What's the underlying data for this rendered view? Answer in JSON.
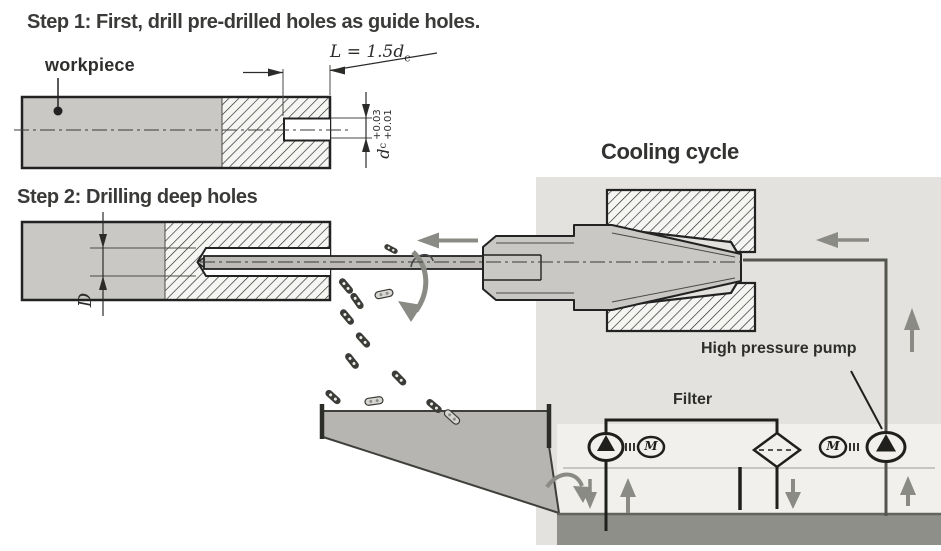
{
  "figure": {
    "step1": {
      "title": "Step 1: First, drill pre-drilled holes as guide holes.",
      "workpiece_label": "workpiece",
      "length_dim_main": "L = 1.5d",
      "length_dim_sub": "c",
      "tol_symbol": "d",
      "tol_sub": "c",
      "tol_upper": "+0.03",
      "tol_lower": "+0.01"
    },
    "step2": {
      "title": "Step 2: Drilling deep holes",
      "diameter_dim": "D"
    },
    "cooling": {
      "title": "Cooling cycle",
      "pump_label": "High pressure pump",
      "filter_label": "Filter",
      "motor_left_letter": "M",
      "motor_right_letter": "M"
    },
    "colors": {
      "panel": "#e3e2de",
      "panel_light": "#f1f0ec",
      "metal_gray": "#c9c8c4",
      "chute_gray": "#b6b5b1",
      "tank_gray": "#8f8f89",
      "arrow_gray": "#8b8b85",
      "line_dark": "#242422"
    }
  }
}
